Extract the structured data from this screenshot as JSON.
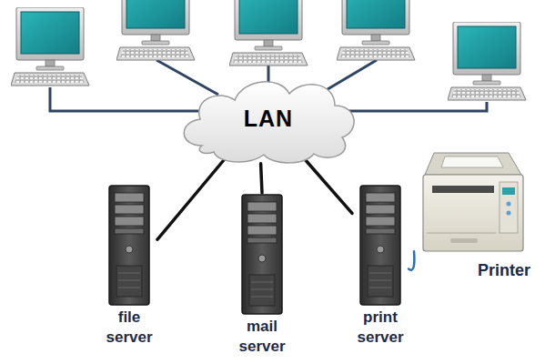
{
  "diagram": {
    "nodes": [
      {
        "text": [
          "LAN"
        ]
      },
      {
        "text": [
          "file server"
        ]
      },
      {
        "text": [
          "mail server"
        ]
      },
      {
        "text": [
          "print server"
        ]
      },
      {
        "text": [
          "Printer"
        ]
      }
    ],
    "edges": [
      {
        "from": 0,
        "to": 1,
        "arrow": "none"
      },
      {
        "from": 0,
        "to": 2,
        "arrow": "none"
      },
      {
        "from": 0,
        "to": 3,
        "arrow": "none"
      },
      {
        "from": 3,
        "to": 4,
        "arrow": "none"
      }
    ]
  }
}
